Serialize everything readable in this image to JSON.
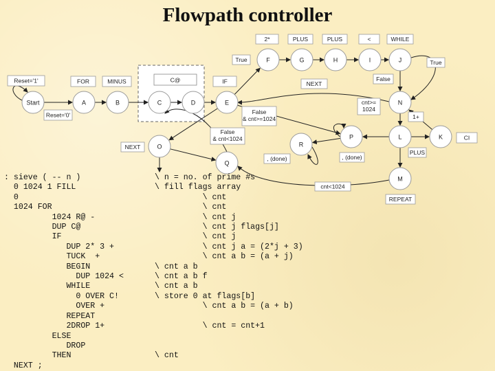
{
  "title": "Flowpath controller",
  "nodes": [
    "Start",
    "A",
    "B",
    "C",
    "D",
    "E",
    "F",
    "G",
    "H",
    "I",
    "J",
    "N",
    "P",
    "L",
    "K",
    "M",
    "O",
    "Q",
    "R"
  ],
  "boxes": [
    "Reset='1'",
    "Reset='0'",
    "FOR",
    "MINUS",
    "C@",
    "IF",
    "True",
    "2*",
    "PLUS",
    "PLUS",
    "<",
    "WHILE",
    "True",
    "False",
    "NEXT",
    "cnt>= 1024",
    "1+",
    "False & cnt>=1024",
    "False & cnt<1024",
    "NEXT",
    ", (done)",
    ", (done)",
    "PLUS",
    "CI",
    "cnt<1024",
    "REPEAT"
  ],
  "code_left": [
    ": sieve ( -- n )",
    "  0 1024 1 FILL",
    "  0",
    "  1024 FOR",
    "          1024 R@ -",
    "          DUP C@",
    "          IF",
    "             DUP 2* 3 +",
    "             TUCK  +",
    "             BEGIN",
    "               DUP 1024 <",
    "             WHILE",
    "               0 OVER C!",
    "               OVER +",
    "             REPEAT",
    "             2DROP 1+",
    "          ELSE",
    "             DROP",
    "          THEN",
    "  NEXT ;"
  ],
  "code_right": [
    "\\ n = no. of prime #s",
    "\\ fill flags array",
    "          \\ cnt",
    "          \\ cnt",
    "          \\ cnt j",
    "          \\ cnt j flags[j]",
    "          \\ cnt j",
    "          \\ cnt j a = (2*j + 3)",
    "          \\ cnt a b = (a + j)",
    "\\ cnt a b",
    "\\ cnt a b f",
    "\\ cnt a b",
    "\\ store 0 at flags[b]",
    "          \\ cnt a b = (a + b)",
    "",
    "          \\ cnt = cnt+1",
    "",
    "",
    "\\ cnt"
  ]
}
